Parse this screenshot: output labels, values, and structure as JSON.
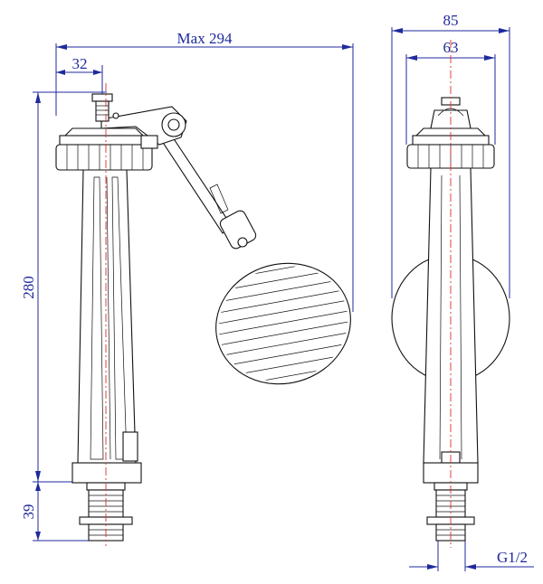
{
  "dimensions": {
    "max_length": "Max 294",
    "offset": "32",
    "height": "280",
    "thread_length": "39",
    "outer_width": "85",
    "inner_width": "63",
    "thread_size": "G1/2"
  },
  "colors": {
    "dimension": "#1f2a9c",
    "centerline": "#d8302a",
    "outline": "#111111"
  }
}
